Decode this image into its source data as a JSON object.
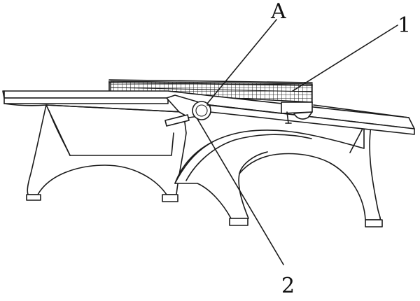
{
  "figure": {
    "labels": {
      "a": "A",
      "one": "1",
      "two": "2"
    }
  }
}
